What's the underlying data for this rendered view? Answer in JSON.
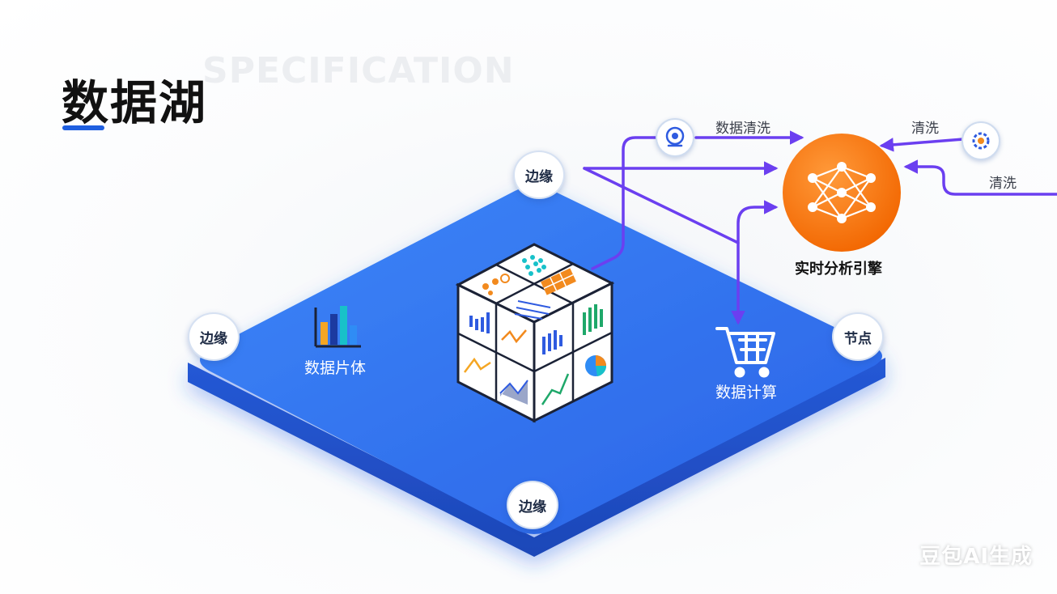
{
  "title": "数据湖",
  "ghost_text": "SPECIFICATION",
  "edge_nodes": {
    "top": "边缘",
    "left": "边缘",
    "bottom": "边缘",
    "right": "节点"
  },
  "platform_items": {
    "cube_label": "数据片体",
    "compute_label": "数据计算"
  },
  "flow_labels": {
    "clean_top": "数据清洗",
    "clean_right_1": "清洗",
    "clean_right_2": "清洗"
  },
  "engine_label": "实时分析引擎",
  "watermark": "豆包AI生成",
  "colors": {
    "platform": "#2f6ff0",
    "platform_edge": "#2a5fd8",
    "arrow": "#6b3ff0",
    "engine": "#ff7a12",
    "accent_blue": "#1f5fe0"
  },
  "icons": {
    "bar_chart": "bar-chart-icon",
    "cart": "cart-icon",
    "webcam": "webcam-icon",
    "gear": "gear-icon",
    "neural_net": "neural-net-icon"
  }
}
